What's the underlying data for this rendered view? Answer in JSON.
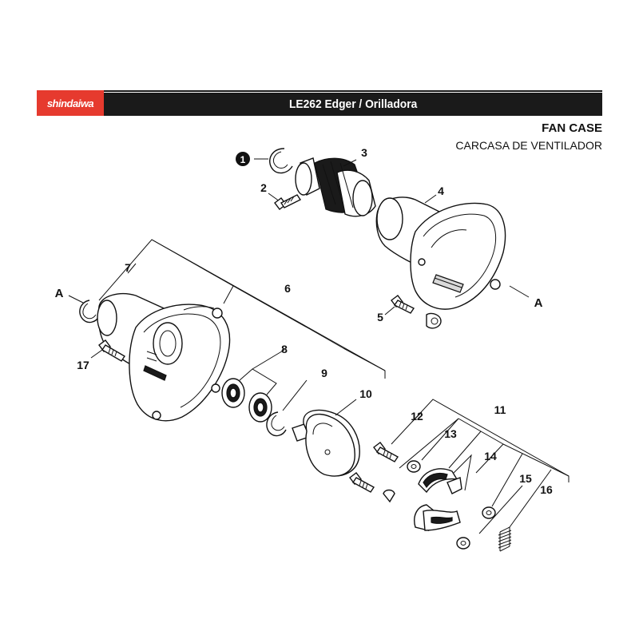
{
  "header": {
    "brand": "shindaiwa",
    "model_title": "LE262 Edger / Orilladora",
    "section_title": "FAN CASE",
    "section_subtitle": "CARCASA DE VENTILADOR"
  },
  "colors": {
    "brand_red": "#e63a2e",
    "header_black": "#1a1a1a"
  },
  "callouts": [
    {
      "id": "callout-1",
      "label": "1"
    },
    {
      "id": "callout-2",
      "label": "2"
    },
    {
      "id": "callout-3",
      "label": "3"
    },
    {
      "id": "callout-4",
      "label": "4"
    },
    {
      "id": "callout-5",
      "label": "5"
    },
    {
      "id": "callout-6",
      "label": "6"
    },
    {
      "id": "callout-7",
      "label": "7"
    },
    {
      "id": "callout-8",
      "label": "8"
    },
    {
      "id": "callout-9",
      "label": "9"
    },
    {
      "id": "callout-10",
      "label": "10"
    },
    {
      "id": "callout-11",
      "label": "11"
    },
    {
      "id": "callout-12",
      "label": "12"
    },
    {
      "id": "callout-13",
      "label": "13"
    },
    {
      "id": "callout-14",
      "label": "14"
    },
    {
      "id": "callout-15",
      "label": "15"
    },
    {
      "id": "callout-16",
      "label": "16"
    },
    {
      "id": "callout-17",
      "label": "17"
    }
  ],
  "reference_letters": {
    "left": "A",
    "right": "A"
  }
}
